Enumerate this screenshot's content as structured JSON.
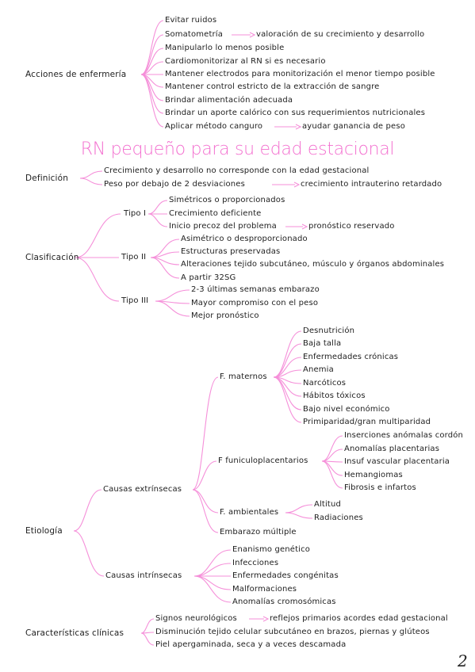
{
  "title": "RN pequeño para su edad estacional",
  "page_number": "2",
  "colors": {
    "title": "#f36fcf",
    "branch": "#f58fd9",
    "text": "#1e1e1e"
  },
  "acciones": {
    "label": "Acciones de enfermería",
    "items": [
      "Evitar ruidos",
      "Somatometría",
      "Manipularlo lo menos posible",
      "Cardiomonitorizar al RN si es necesario",
      "Mantener electrodos para monitorización el menor tiempo posible",
      "Mantener control estricto de la extracción de sangre",
      "Brindar alimentación adecuada",
      "Brindar un aporte calórico con sus requerimientos nutricionales",
      "Aplicar método canguro"
    ],
    "somatometria_result": "valoración de su crecimiento y desarrollo",
    "canguro_result": "ayudar ganancia de peso"
  },
  "definicion": {
    "label": "Definición",
    "items": [
      "Crecimiento y desarrollo no corresponde con la edad gestacional",
      "Peso por debajo de 2 desviaciones"
    ],
    "peso_result": "crecimiento intrauterino retardado"
  },
  "clasificacion": {
    "label": "Clasificación",
    "tipo1": {
      "label": "Tipo I",
      "items": [
        "Simétricos o proporcionados",
        "Crecimiento deficiente",
        "Inicio precoz del problema"
      ],
      "inicio_result": "pronóstico reservado"
    },
    "tipo2": {
      "label": "Tipo II",
      "items": [
        "Asimétrico o desproporcionado",
        "Estructuras preservadas",
        "Alteraciones tejido subcutáneo, músculo y órganos abdominales",
        "A partir 32SG"
      ]
    },
    "tipo3": {
      "label": "Tipo III",
      "items": [
        "2-3 últimas semanas embarazo",
        "Mayor compromiso con el peso",
        "Mejor pronóstico"
      ]
    }
  },
  "etiologia": {
    "label": "Etiología",
    "extrinsecas": {
      "label": "Causas extrínsecas",
      "maternos": {
        "label": "F. maternos",
        "items": [
          "Desnutrición",
          "Baja talla",
          "Enfermedades crónicas",
          "Anemia",
          "Narcóticos",
          "Hábitos tóxicos",
          "Bajo nivel económico",
          "Primiparidad/gran multiparidad"
        ]
      },
      "funiculo": {
        "label": "F funiculoplacentarios",
        "items": [
          "Inserciones anómalas cordón",
          "Anomalías placentarias",
          "Insuf vascular placentaria",
          "Hemangiomas",
          "Fibrosis e infartos"
        ]
      },
      "ambientales": {
        "label": "F. ambientales",
        "items": [
          "Altitud",
          "Radiaciones"
        ]
      },
      "multiple": "Embarazo múltiple"
    },
    "intrinsecas": {
      "label": "Causas intrínsecas",
      "items": [
        "Enanismo genético",
        "Infecciones",
        "Enfermedades congénitas",
        "Malformaciones",
        "Anomalías cromosómicas"
      ]
    }
  },
  "caracteristicas": {
    "label": "Características clínicas",
    "items": [
      "Signos neurológicos",
      "Disminución tejido celular subcutáneo en brazos, piernas y glúteos",
      "Piel apergaminada, seca y a veces descamada"
    ],
    "signos_result": "reflejos primarios acordes edad gestacional"
  }
}
